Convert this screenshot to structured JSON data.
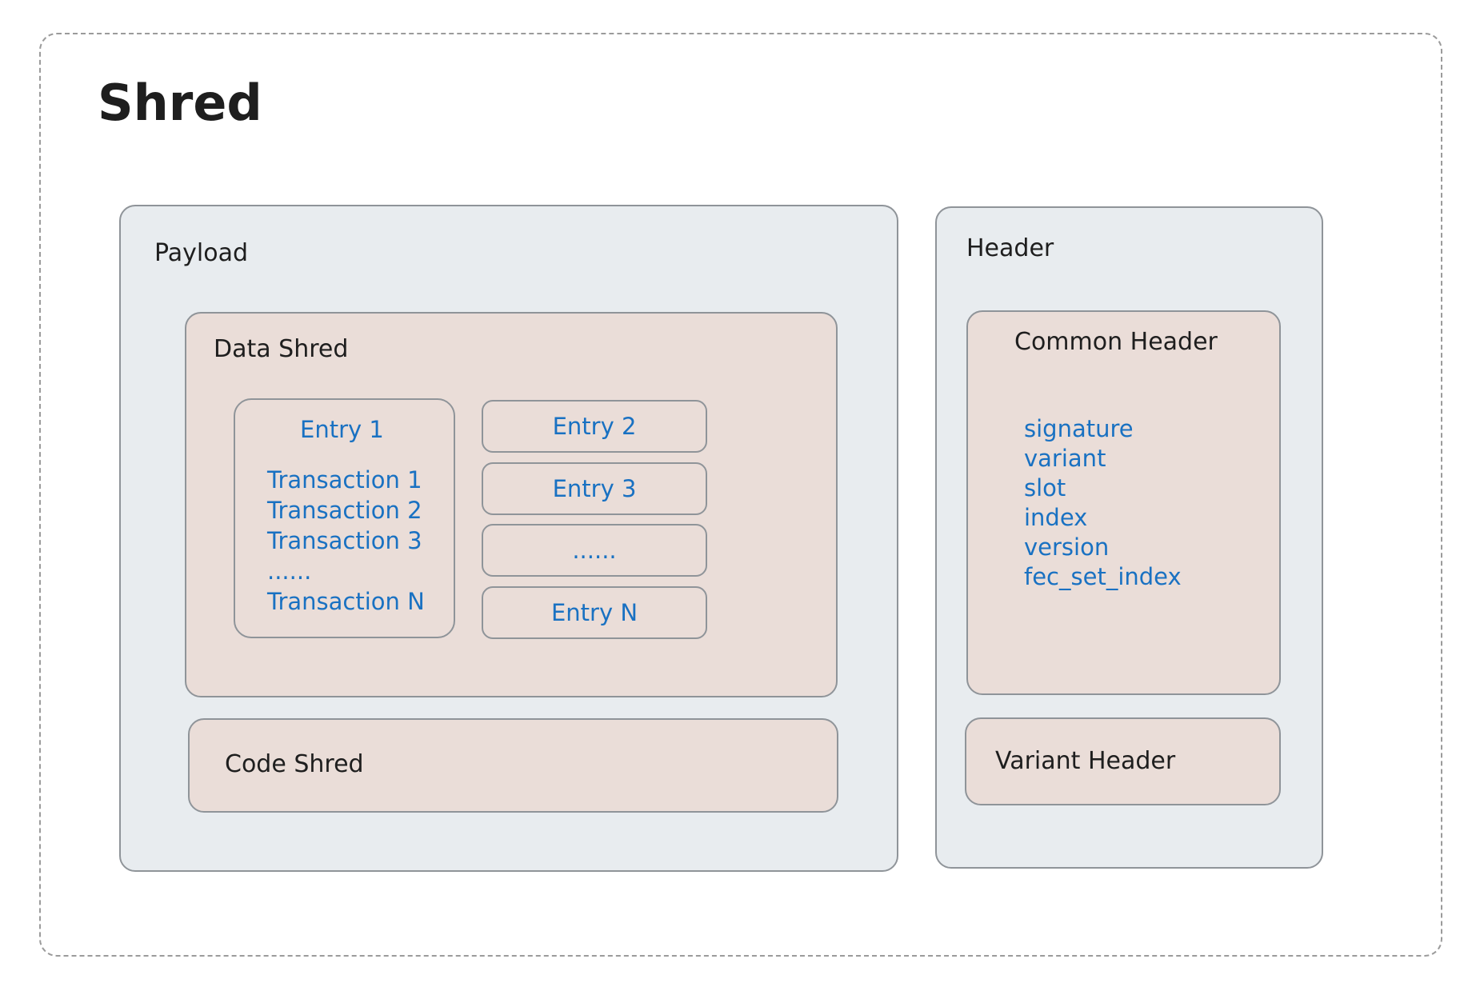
{
  "title": "Shred",
  "payload": {
    "label": "Payload",
    "data_shred": {
      "label": "Data Shred",
      "entry1": {
        "label": "Entry 1",
        "transactions": [
          "Transaction 1",
          "Transaction 2",
          "Transaction 3",
          "......",
          "Transaction N"
        ]
      },
      "entries": [
        "Entry 2",
        "Entry 3",
        "......",
        "Entry N"
      ]
    },
    "code_shred": {
      "label": "Code Shred"
    }
  },
  "header": {
    "label": "Header",
    "common_header": {
      "label": "Common Header",
      "fields": [
        "signature",
        "variant",
        "slot",
        "index",
        "version",
        "fec_set_index"
      ]
    },
    "variant_header": {
      "label": "Variant Header"
    }
  },
  "colors": {
    "panel_fill": "#e8ecef",
    "box_fill": "#eaddd8",
    "stroke": "#8f9499",
    "accent_text": "#1971c2"
  }
}
